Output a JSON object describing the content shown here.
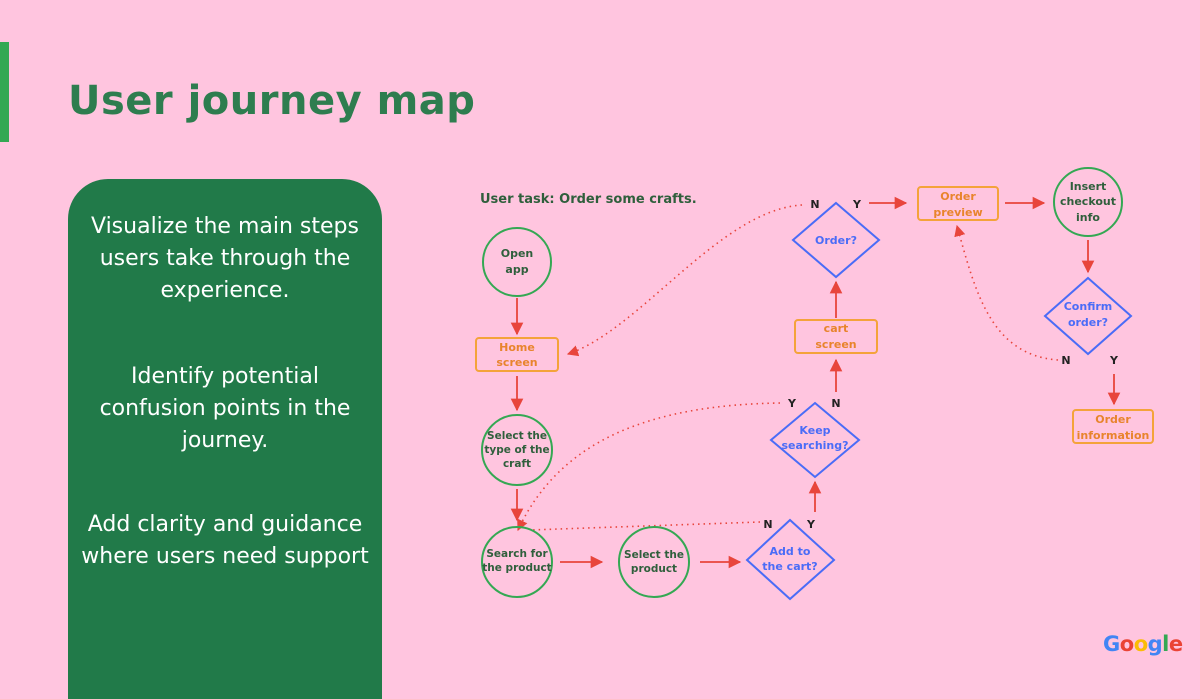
{
  "title": "User journey map",
  "panel": {
    "points": [
      "Visualize the main steps users take through the experience.",
      "Identify potential confusion points in the journey.",
      "Add clarity and guidance where users need support"
    ]
  },
  "diagram": {
    "task": "User task: Order some crafts.",
    "nodes": {
      "open_app": [
        "Open",
        "app"
      ],
      "home_screen": [
        "Home",
        "screen"
      ],
      "select_type": [
        "Select the",
        "type of the",
        "craft"
      ],
      "search_product": [
        "Search for",
        "the product"
      ],
      "select_product": [
        "Select the",
        "product"
      ],
      "add_to_cart": [
        "Add to",
        "the cart?"
      ],
      "keep_searching": [
        "Keep",
        "searching?"
      ],
      "cart_screen": [
        "cart",
        "screen"
      ],
      "order_decision": [
        "Order?"
      ],
      "order_preview": [
        "Order",
        "preview"
      ],
      "insert_checkout": [
        "Insert",
        "checkout",
        "info"
      ],
      "confirm_order": [
        "Confirm",
        "order?"
      ],
      "order_information": [
        "Order",
        "information"
      ]
    },
    "labels": {
      "yes": "Y",
      "no": "N"
    }
  },
  "logo": {
    "letters": [
      "G",
      "o",
      "o",
      "g",
      "l",
      "e"
    ],
    "colors": [
      "#4285f4",
      "#ea4335",
      "#fbbc05",
      "#4285f4",
      "#34a853",
      "#ea4335"
    ]
  },
  "colors": {
    "circle": "#34a853",
    "rect": "#f4a33a",
    "diamond": "#4a6cf7",
    "arrow": "#e8453c",
    "dotted": "#e8453c",
    "text": "#2f5f3c"
  }
}
